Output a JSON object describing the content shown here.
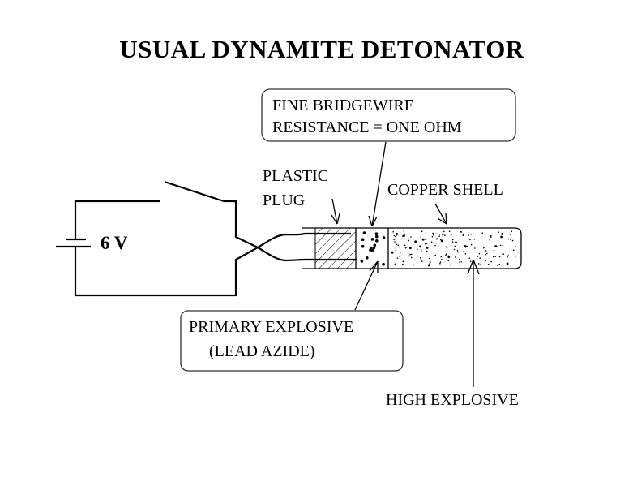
{
  "title": "USUAL  DYNAMITE  DETONATOR",
  "battery": {
    "label": "6 V"
  },
  "labels": {
    "bridgewire_line1": "FINE  BRIDGEWIRE",
    "bridgewire_line2": "RESISTANCE = ONE OHM",
    "plastic_plug_line1": "PLASTIC",
    "plastic_plug_line2": "PLUG",
    "copper_shell": "COPPER  SHELL",
    "primary_line1": "PRIMARY  EXPLOSIVE",
    "primary_line2": "(LEAD  AZIDE)",
    "high_explosive": "HIGH  EXPLOSIVE"
  }
}
